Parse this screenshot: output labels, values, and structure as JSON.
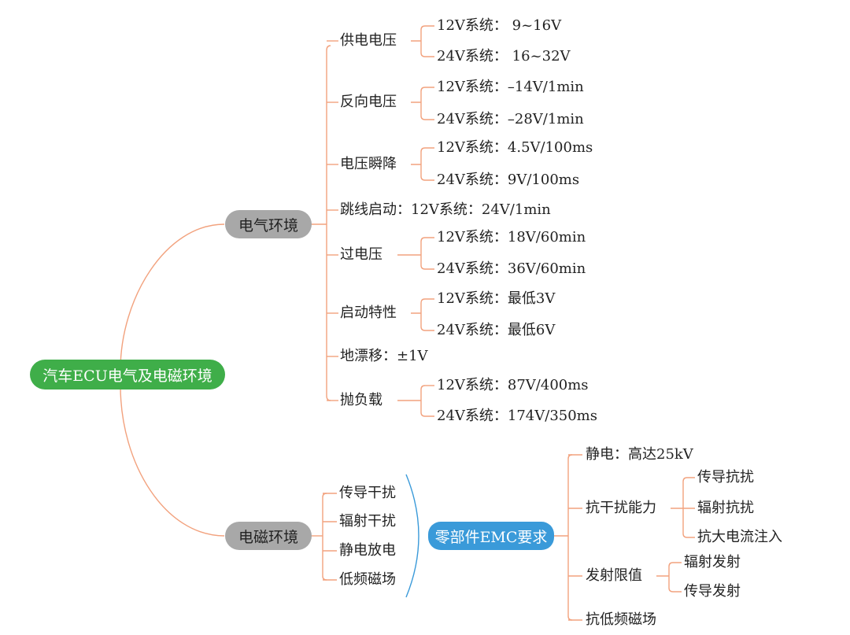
{
  "root": "汽车ECU电气及电磁环境",
  "electrical": {
    "label": "电气环境",
    "items": [
      {
        "label": "供电电压",
        "children": [
          "12V系统： 9~16V",
          "24V系统： 16~32V"
        ]
      },
      {
        "label": "反向电压",
        "children": [
          "12V系统：–14V/1min",
          "24V系统：–28V/1min"
        ]
      },
      {
        "label": "电压瞬降",
        "children": [
          "12V系统：4.5V/100ms",
          "24V系统：9V/100ms"
        ]
      },
      {
        "label": "跳线启动：12V系统：24V/1min",
        "children": []
      },
      {
        "label": "过电压",
        "children": [
          "12V系统：18V/60min",
          "24V系统：36V/60min"
        ]
      },
      {
        "label": "启动特性",
        "children": [
          "12V系统：最低3V",
          "24V系统：最低6V"
        ]
      },
      {
        "label": "地漂移：±1V",
        "children": []
      },
      {
        "label": "抛负载",
        "children": [
          "12V系统：87V/400ms",
          "24V系统：174V/350ms"
        ]
      }
    ]
  },
  "emc": {
    "label": "电磁环境",
    "items": [
      "传导干扰",
      "辐射干扰",
      "静电放电",
      "低频磁场"
    ],
    "hub": "零部件EMC要求",
    "hub_items": [
      {
        "label": "静电：高达25kV",
        "children": []
      },
      {
        "label": "抗干扰能力",
        "children": [
          "传导抗扰",
          "辐射抗扰",
          "抗大电流注入"
        ]
      },
      {
        "label": "发射限值",
        "children": [
          "辐射发射",
          "传导发射"
        ]
      },
      {
        "label": "抗低频磁场",
        "children": []
      }
    ]
  },
  "colors": {
    "line": "#f2a27e",
    "emc_line": "#3a9ad9",
    "root": "#3fae49",
    "category": "#a8a8a8",
    "hub": "#3a9ad9"
  }
}
